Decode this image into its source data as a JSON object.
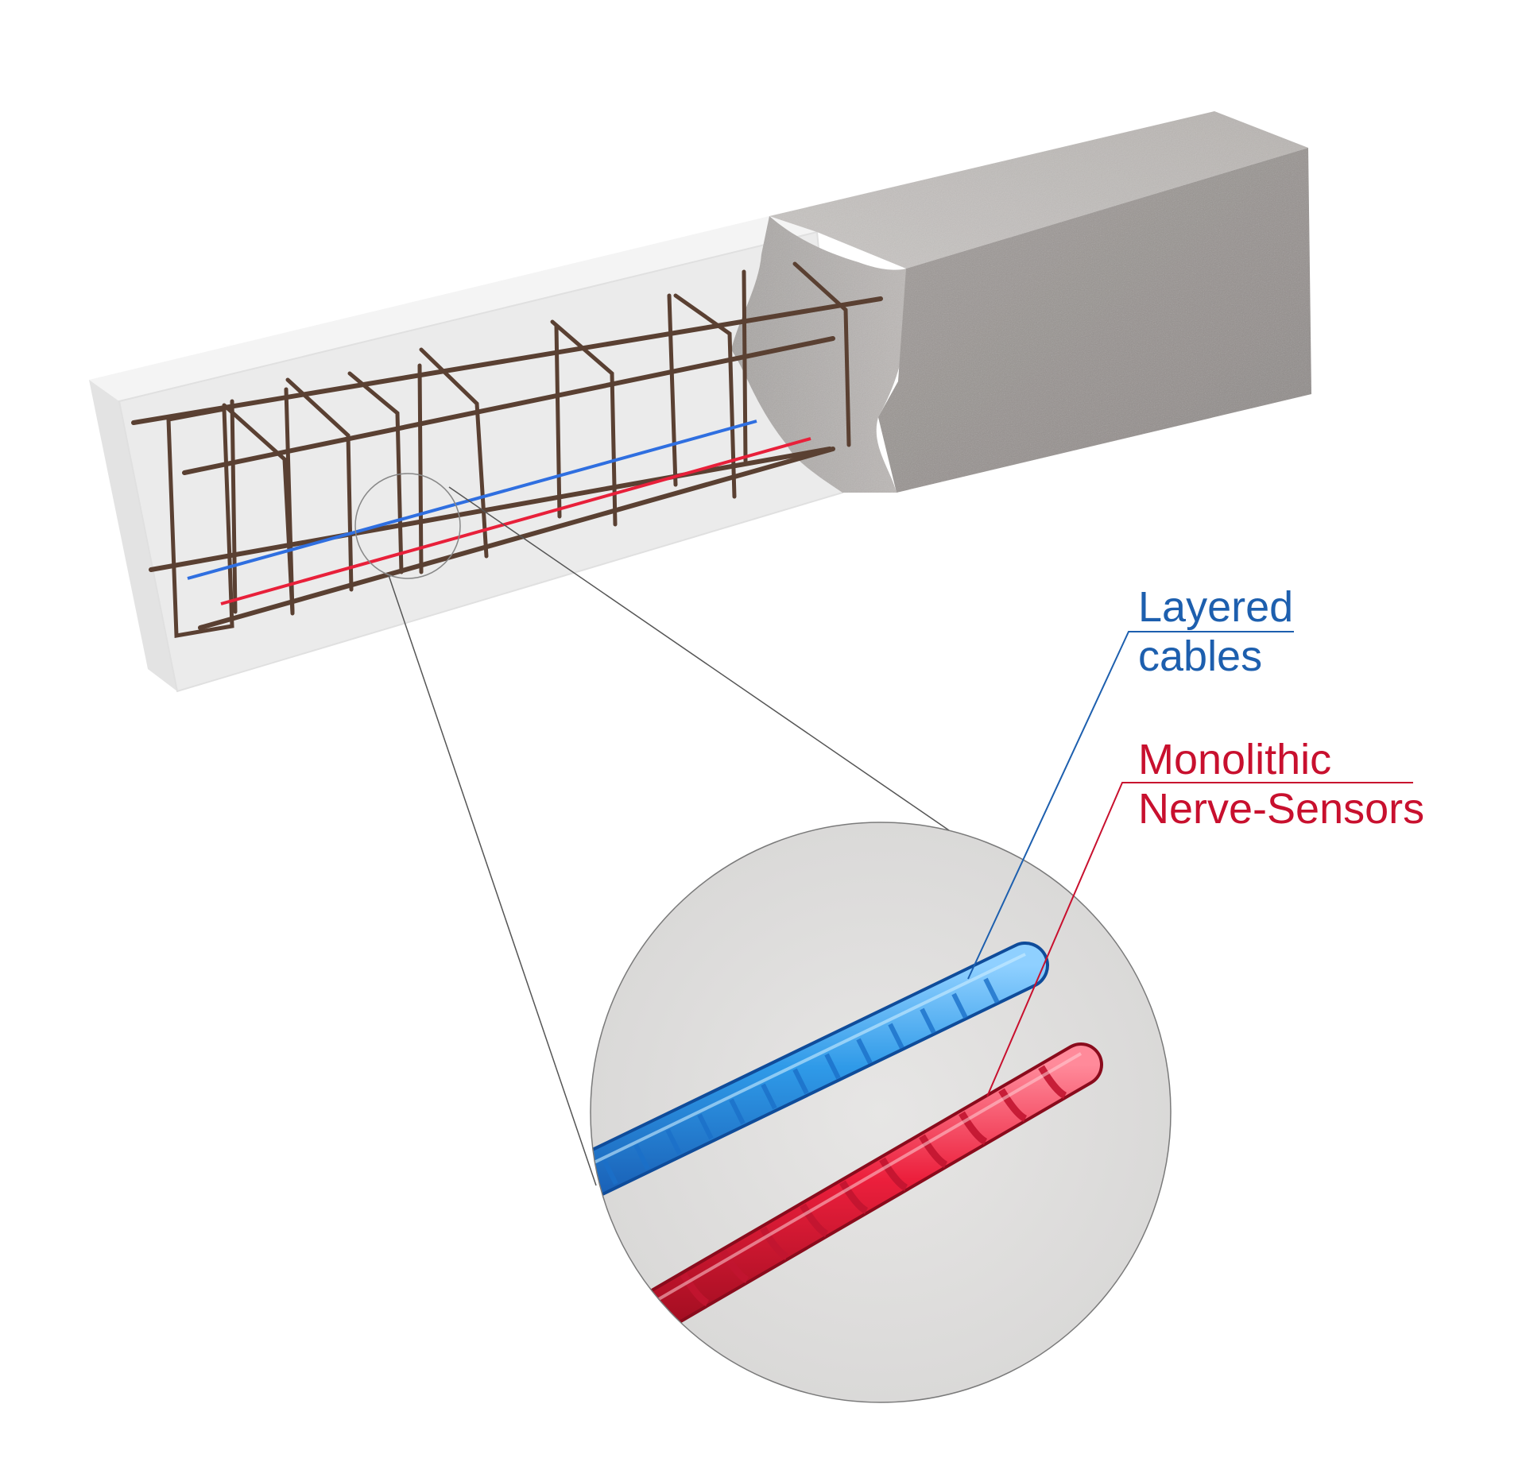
{
  "labels": {
    "layered_cables": {
      "line1": "Layered",
      "line2": "cables",
      "color": "#1d5fae"
    },
    "monolithic_nerve_sensors": {
      "line1": "Monolithic",
      "line2": "Nerve-Sensors",
      "color": "#c8102e"
    }
  },
  "colors": {
    "concrete": "#9a9593",
    "translucent_concrete": "#eeeeee",
    "rebar": "#5a4032",
    "cable_blue": "#2f8fe0",
    "cable_red": "#e8203a",
    "callout_line": "#555555"
  },
  "icons": {
    "beam": "reinforced-concrete-beam-illustration",
    "magnifier": "zoom-detail-circle"
  }
}
